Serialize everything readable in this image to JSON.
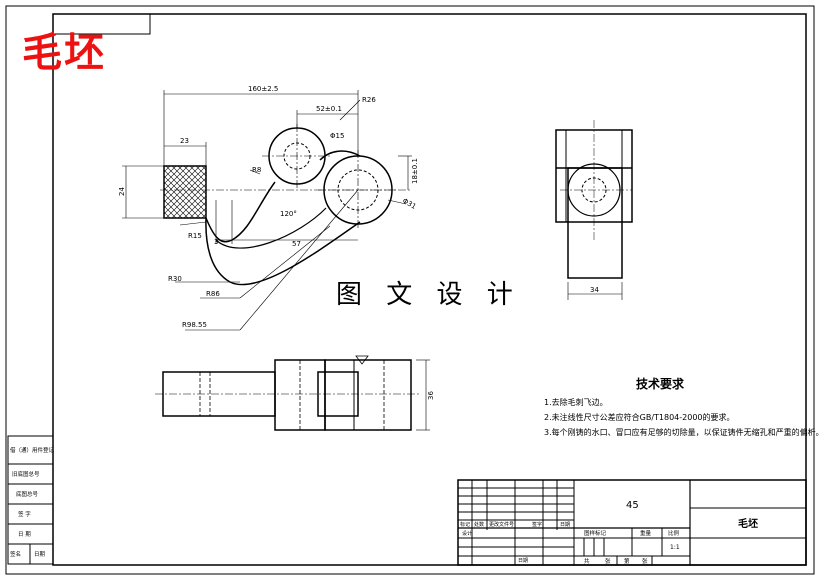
{
  "header": {
    "big_title": "毛坯",
    "overlay_text": "图 文 设 计"
  },
  "dimensions": {
    "overall_length": "160±2.5",
    "center_distance": "52±0.1",
    "radius_top": "R26",
    "width_23": "23",
    "height_24": "24",
    "radius_8": "R8",
    "diameter_15": "Φ15",
    "dim_18": "18±0.1",
    "diameter_31": "Φ31",
    "angle_120": "120°",
    "radius_15": "R15",
    "dim_3": "3",
    "dim_57": "57",
    "radius_30": "R30",
    "radius_86": "R86",
    "radius_98": "R98.55",
    "side_width_34": "34",
    "bottom_height_36": "36"
  },
  "tech_requirements": {
    "title": "技术要求",
    "items": [
      "1.去除毛刺飞边。",
      "2.未注线性尺寸公差应符合GB/T1804-2000的要求。",
      "3.每个刚铸的水口、冒口应有足够的切除量，以保证铸件无缩孔和严重的偏析。"
    ]
  },
  "left_sidebar": {
    "rows": [
      "借（通）用件登记",
      "旧底图总号",
      "底图总号",
      "签  字",
      "日  期"
    ],
    "footer": [
      "签名",
      "日期"
    ]
  },
  "title_block": {
    "material": "45",
    "part_name": "毛坯",
    "header_labels": [
      "标记",
      "处数",
      "更改文件号",
      "签字",
      "日期"
    ],
    "left_labels": [
      "设计",
      "",
      "",
      "",
      "日期"
    ],
    "stage_labels": [
      "图样标记",
      "重量",
      "比例"
    ],
    "scale": "1:1",
    "sheet_labels": [
      "共",
      "张",
      "第",
      "张"
    ]
  }
}
